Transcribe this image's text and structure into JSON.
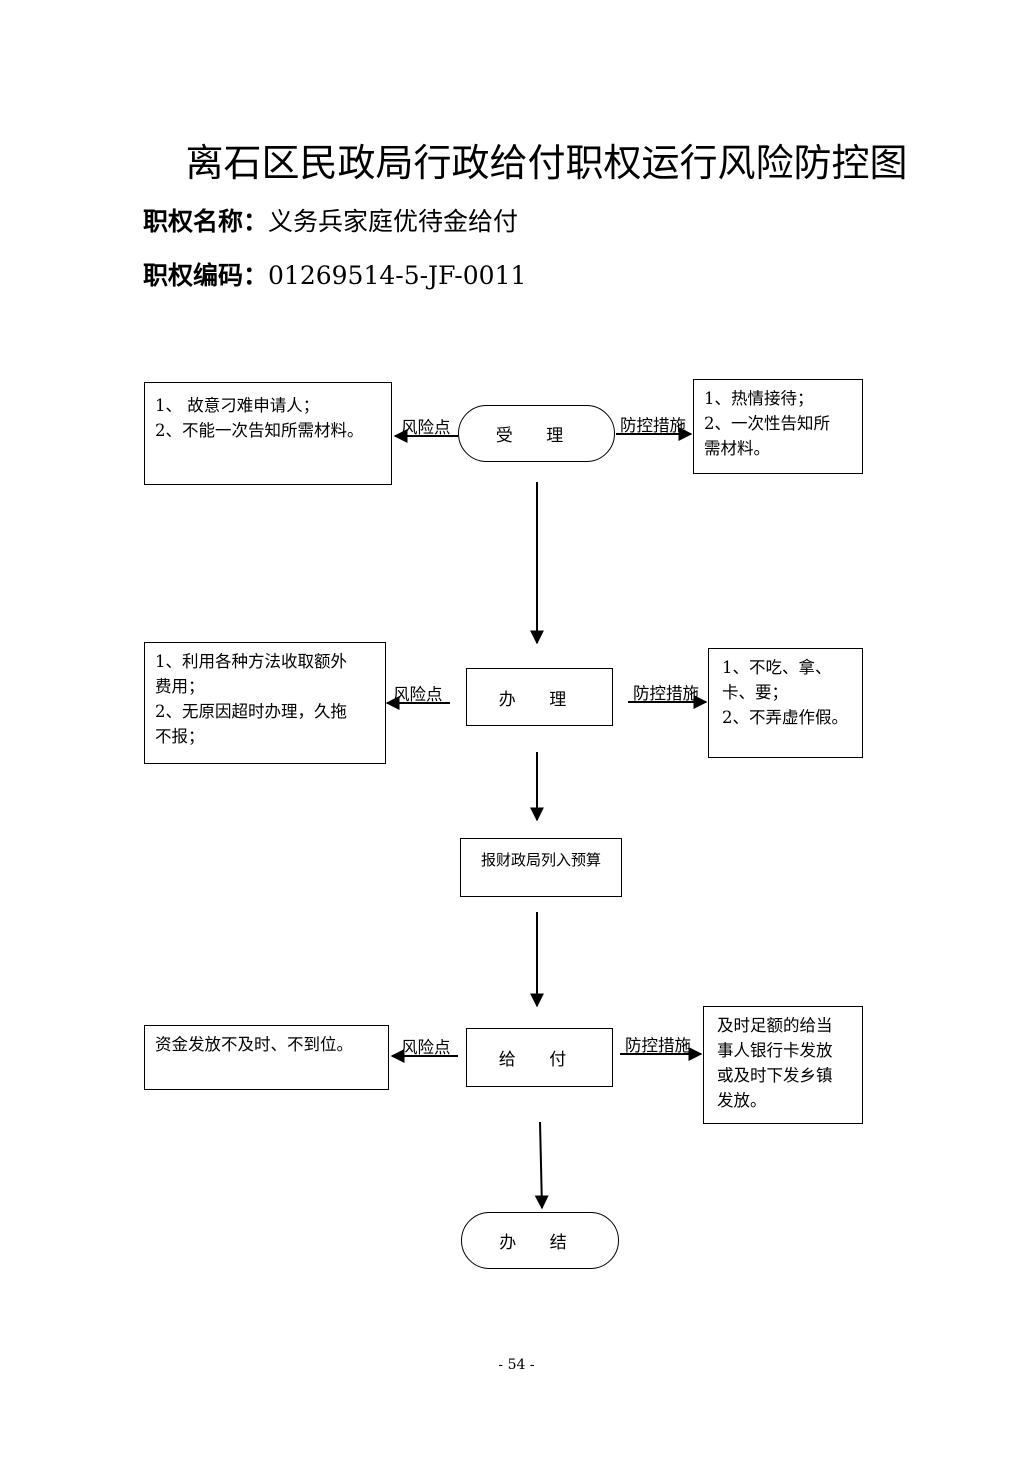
{
  "title": "离石区民政局行政给付职权运行风险防控图",
  "authority_name_label": "职权名称：",
  "authority_name": "义务兵家庭优待金给付",
  "authority_code_label": "职权编码：",
  "authority_code": "01269514-5-JF-0011",
  "risk_label": "风险点",
  "control_label": "防控措施",
  "steps": {
    "accept": "受 理",
    "handle": "办 理",
    "budget": "报财政局列入预算",
    "pay": "给 付",
    "finish": "办 结"
  },
  "risks": {
    "accept": [
      "1、  故意刁难申请人；",
      "2、不能一次告知所需材料。"
    ],
    "handle": [
      "1、利用各种方法收取额外",
      "费用；",
      "2、无原因超时办理，久拖",
      "不报；"
    ],
    "pay": [
      "资金发放不及时、不到位。"
    ]
  },
  "controls": {
    "accept": [
      "1、热情接待；",
      "2、一次性告知所",
      "需材料。"
    ],
    "handle": [
      "1、不吃、拿、",
      "卡、要；",
      "2、不弄虚作假。"
    ],
    "pay": [
      "及时足额的给当",
      "事人银行卡发放",
      "或及时下发乡镇",
      "发放。"
    ]
  },
  "page_number": "- 54 -"
}
